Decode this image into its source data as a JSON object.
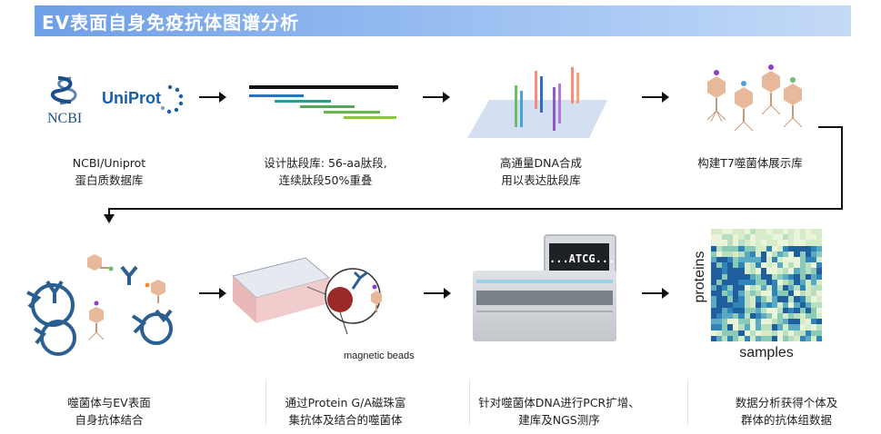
{
  "title": "EV表面自身免疫抗体图谱分析",
  "steps": [
    {
      "line1": "NCBI/Uniprot",
      "line2": "蛋白质数据库"
    },
    {
      "line1": "设计肽段库: 56-aa肽段,",
      "line2": "连续肽段50%重叠"
    },
    {
      "line1": "高通量DNA合成",
      "line2": "用以表达肽段库"
    },
    {
      "line1": "构建T7噬菌体展示库",
      "line2": ""
    },
    {
      "line1": "噬菌体与EV表面",
      "line2": "自身抗体结合"
    },
    {
      "line1": "通过Protein G/A磁珠富",
      "line2": "集抗体及结合的噬菌体"
    },
    {
      "line1": "针对噬菌体DNA进行PCR扩增、",
      "line2": "建库及NGS测序"
    },
    {
      "line1": "数据分析获得个体及",
      "line2": "群体的抗体组数据"
    }
  ],
  "logos": {
    "ncbi": "NCBI",
    "uniprot": "UniProt"
  },
  "annotations": {
    "magnetic_beads": "magnetic beads",
    "sequencer_screen": "...ATCG...",
    "heatmap_xlabel": "samples",
    "heatmap_ylabel": "proteins"
  },
  "colors": {
    "title_bar": "#6d9fe6",
    "antibody": "#2b5f8f",
    "phage": "#e8b89a",
    "bead": "#9b2a26",
    "heatmap_high": "#1f5f9e",
    "heatmap_low": "#eaf4d8"
  }
}
